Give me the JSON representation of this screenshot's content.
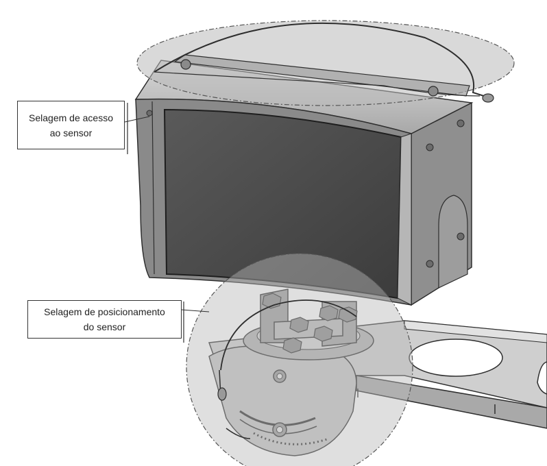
{
  "callouts": {
    "access_seal": [
      "Selagem de acesso",
      "ao sensor"
    ],
    "position_seal": [
      "Selagem de posicionamento",
      "do sensor"
    ]
  },
  "colors": {
    "highlight_fill": "#b9b9b9",
    "highlight_stroke": "#555555",
    "housing_body": "#8e8e8e",
    "housing_light": "#b4b4b4",
    "screen": "#4a4a4a",
    "arm": "#c4c4c4",
    "outline": "#2e2e2e"
  }
}
